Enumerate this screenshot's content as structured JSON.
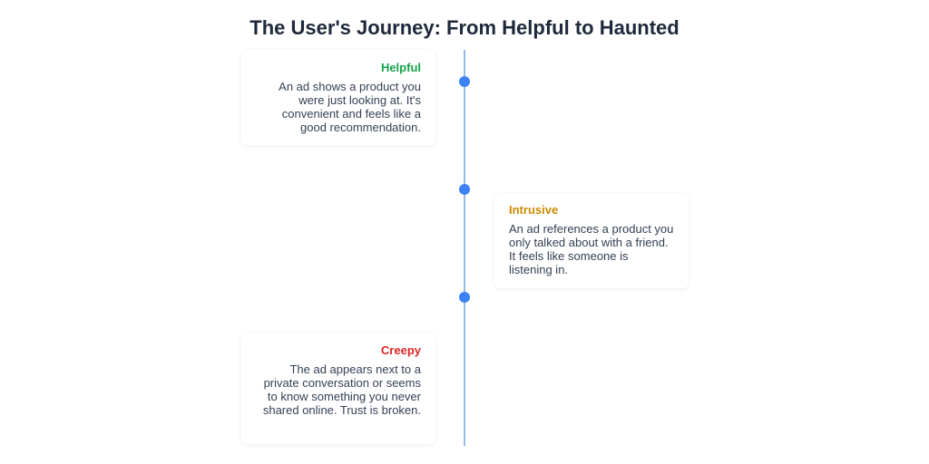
{
  "title": "The User's Journey: From Helpful to Haunted",
  "colors": {
    "helpful": "#16a34a",
    "intrusive": "#ca8a04",
    "creepy": "#dc2626",
    "dot": "#3b82f6",
    "line": "#93bde8"
  },
  "stages": [
    {
      "label": "Helpful",
      "text": "An ad shows a product you were just looking at. It's convenient and feels like a good recommendation."
    },
    {
      "label": "Intrusive",
      "text": "An ad references a product you only talked about with a friend. It feels like someone is listening in."
    },
    {
      "label": "Creepy",
      "text": "The ad appears next to a private conversation or seems to know something you never shared online. Trust is broken."
    }
  ]
}
